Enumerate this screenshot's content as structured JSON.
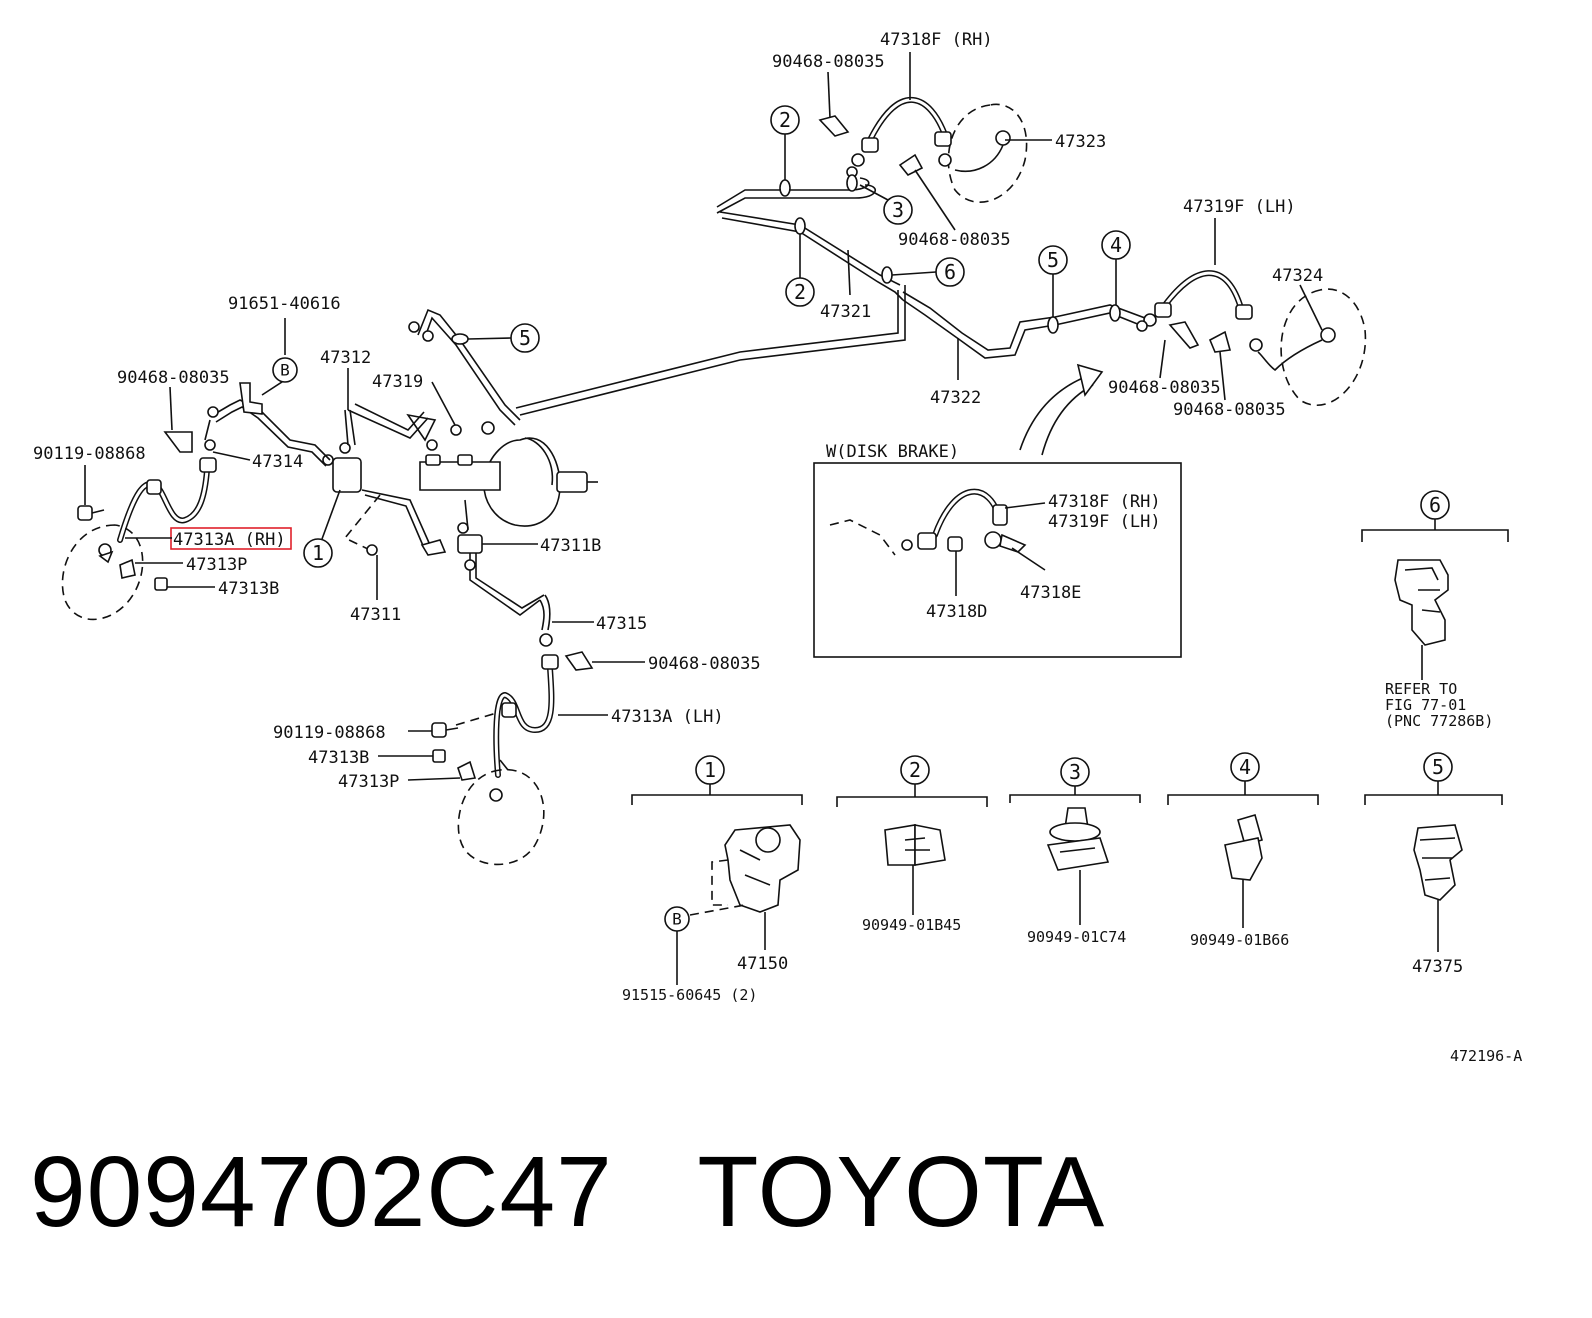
{
  "labels": {
    "p47318F_RH": "47318F (RH)",
    "p90468_top": "90468-08035",
    "p47323": "47323",
    "p90468_b": "90468-08035",
    "p47321": "47321",
    "p47319F_LH": "47319F (LH)",
    "p47324": "47324",
    "p47322": "47322",
    "p90468_c": "90468-08035",
    "p90468_d": "90468-08035",
    "p91651": "91651-40616",
    "p47312": "47312",
    "p90468_e": "90468-08035",
    "p47319": "47319",
    "p90119_a": "90119-08868",
    "p47314": "47314",
    "p47313A_RH": "47313A (RH)",
    "p47313P_a": "47313P",
    "p47313B_a": "47313B",
    "p47311B": "47311B",
    "p47311": "47311",
    "p47315": "47315",
    "p90468_f": "90468-08035",
    "p47313A_LH": "47313A (LH)",
    "p90119_b": "90119-08868",
    "p47313B_b": "47313B",
    "p47313P_b": "47313P",
    "inset_title": "W(DISK BRAKE)",
    "inset_47318F": "47318F (RH)",
    "inset_47319F": "47319F (LH)",
    "inset_47318E": "47318E",
    "inset_47318D": "47318D",
    "refer_1": "REFER TO",
    "refer_2": "FIG 77-01",
    "refer_3": "(PNC 77286B)",
    "d1_part": "47150",
    "d1_bolt": "91515-60645 (2)",
    "d2_part": "90949-01B45",
    "d3_part": "90949-01C74",
    "d4_part": "90949-01B66",
    "d5_part": "47375",
    "fig_id": "472196-A"
  },
  "callouts": {
    "c1": "1",
    "c2": "2",
    "c3": "3",
    "c4": "4",
    "c5": "5",
    "c6": "6",
    "cB": "B"
  },
  "footer": {
    "part_number": "9094702C47",
    "brand": "TOYOTA",
    "separator": "   "
  },
  "colors": {
    "highlight": "#e0212b",
    "ink": "#111111"
  }
}
